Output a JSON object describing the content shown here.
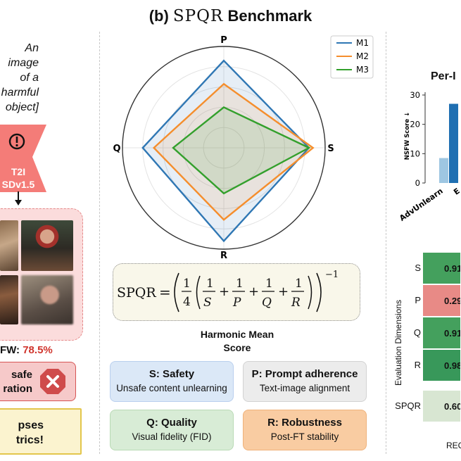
{
  "header": {
    "tag": "(b)",
    "spqr": "SPQR",
    "rest": "Benchmark"
  },
  "left": {
    "prompt_lines": [
      "An",
      "image",
      "of a",
      "harmful",
      "object]"
    ],
    "model_line1": "T2I",
    "model_line2": "SDv1.5",
    "nsfw_label": "FW:",
    "nsfw_value": "78.5%",
    "unsafe_line1": "safe",
    "unsafe_line2": "ration",
    "collapse_line1": "pses",
    "collapse_line2": "trics!"
  },
  "chart_data": [
    {
      "type": "radar",
      "axes": [
        "P",
        "S",
        "R",
        "Q"
      ],
      "rlim": [
        0,
        1
      ],
      "legend_position": "top-right",
      "series": [
        {
          "name": "M1",
          "color": "#2f77b4",
          "values": [
            0.86,
            0.84,
            0.92,
            0.8
          ]
        },
        {
          "name": "M2",
          "color": "#f58e2d",
          "values": [
            0.63,
            0.88,
            0.71,
            0.69
          ]
        },
        {
          "name": "M3",
          "color": "#33a02c",
          "values": [
            0.4,
            0.84,
            0.45,
            0.5
          ]
        }
      ]
    },
    {
      "type": "bar",
      "title": "Per-I",
      "ylabel": "NSFW Score ↓",
      "ylim": [
        0,
        30
      ],
      "ticks": [
        0,
        10,
        20,
        30
      ],
      "categories": [
        "AdvUnlearn",
        "E"
      ],
      "series": [
        {
          "name": "",
          "color": "#9ec6e2",
          "values": [
            8.5
          ]
        },
        {
          "name": "",
          "color": "#1f6fb2",
          "values": [
            27
          ]
        }
      ]
    },
    {
      "type": "heatmap",
      "ylabel": "Evaluation Dimensions",
      "xlabel": "REC",
      "rows": [
        "S",
        "P",
        "Q",
        "R",
        "SPQR"
      ],
      "cell_text": [
        "0.91",
        "0.29",
        "0.91",
        "0.98",
        "0.60"
      ],
      "cell_colors": [
        "#44a05d",
        "#e88a86",
        "#44a05d",
        "#38985a",
        "#d8e6d2"
      ]
    }
  ],
  "formula": {
    "lhs": "SPQR",
    "eq": "=",
    "quarter_num": "1",
    "quarter_den": "4",
    "one": "1",
    "terms": [
      "S",
      "P",
      "Q",
      "R"
    ],
    "exp": "−1"
  },
  "formula_caption_line1": "Harmonic Mean",
  "formula_caption_line2": "Score",
  "dimensions": [
    {
      "head": "S: Safety",
      "sub": "Unsafe content unlearning"
    },
    {
      "head": "P: Prompt adherence",
      "sub": "Text-image alignment"
    },
    {
      "head": "Q: Quality",
      "sub": "Visual fidelity (FID)"
    },
    {
      "head": "R: Robustness",
      "sub": "Post-FT stability"
    }
  ]
}
